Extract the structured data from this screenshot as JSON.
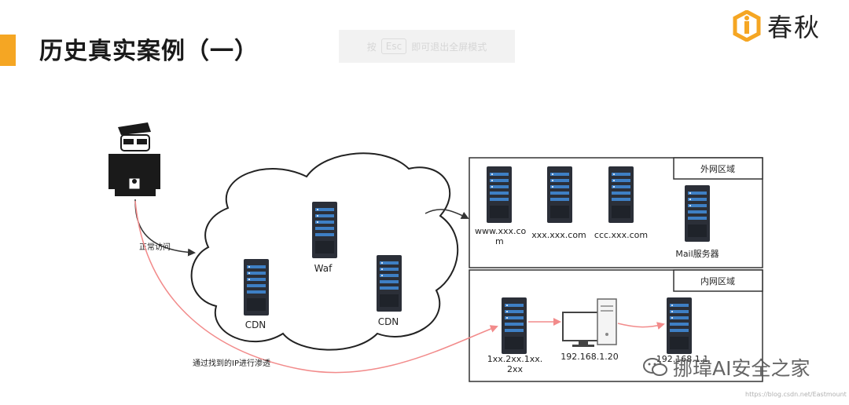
{
  "title": "历史真实案例（一）",
  "esc_hint": {
    "prefix": "按",
    "key": "Esc",
    "suffix": "即可退出全屏模式"
  },
  "logo": {
    "text": "春秋",
    "color": "#f5a623",
    "icon": "brand-logo-icon"
  },
  "diagram": {
    "nodes": {
      "cdn_left": "CDN",
      "waf": "Waf",
      "cdn_right": "CDN",
      "srv1_line1": "www.xxx.co",
      "srv1_line2": "m",
      "srv2": "xxx.xxx.com",
      "srv3": "ccc.xxx.com",
      "mail": "Mail服务器",
      "int_srv_line1": "1xx.2xx.1xx.",
      "int_srv_line2": "2xx",
      "pc": "192.168.1.20",
      "int_target": "192.168.1.1"
    },
    "zones": {
      "external": "外网区域",
      "internal": "内网区域"
    },
    "edges": {
      "normal": "正常访问",
      "attack": "通过找到的IP进行渗透"
    },
    "colors": {
      "attack_arrow": "#f28b8b",
      "server_body": "#2b2f38",
      "server_stripe": "#3e7fc4"
    }
  },
  "watermark": {
    "text": "挪瑋AI安全之家",
    "icon": "wechat-icon"
  },
  "url_watermark": "https://blog.csdn.net/Eastmount"
}
